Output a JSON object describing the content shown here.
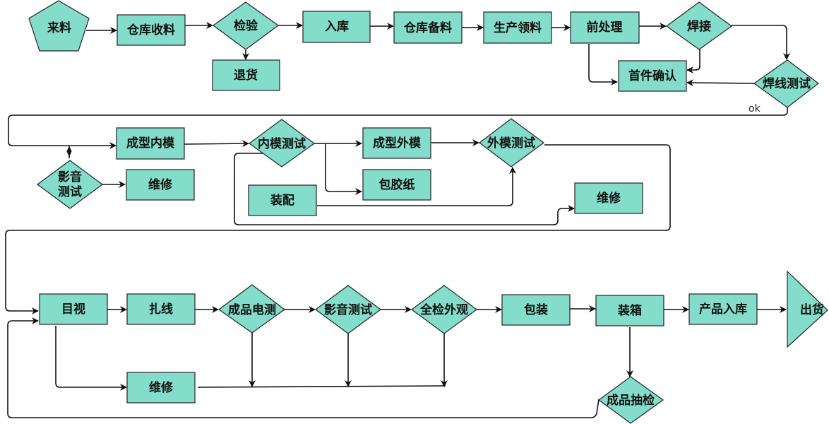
{
  "diagram": {
    "type": "flowchart",
    "fill_color": "#84dccb",
    "stroke_color": "#222222",
    "nodes": {
      "incoming": "来料",
      "warehouse_receiving": "仓库收料",
      "inspection": "检验",
      "return_goods": "退货",
      "warehousing": "入库",
      "warehouse_prep": "仓库备料",
      "production_picking": "生产领料",
      "preprocessing": "前处理",
      "welding": "焊接",
      "first_article_confirm": "首件确认",
      "weld_wire_test": "焊线测试",
      "inner_mold_forming": "成型内模",
      "av_test_1_line1": "影音",
      "av_test_1_line2": "测试",
      "repair_1": "维修",
      "inner_mold_test": "内模测试",
      "outer_mold_forming": "成型外模",
      "outer_mold_test": "外模测试",
      "wrap_tape": "包胶纸",
      "assembly": "装配",
      "repair_2": "维修",
      "visual_check": "目视",
      "wire_tying": "扎线",
      "finished_electrical_test": "成品电测",
      "av_test_2": "影音测试",
      "full_appearance_check": "全检外观",
      "packaging": "包装",
      "boxing": "装箱",
      "product_warehousing": "产品入库",
      "shipping": "出货",
      "repair_3": "维修",
      "finished_sampling": "成品抽检"
    },
    "edge_labels": {
      "ok": "ok"
    }
  }
}
